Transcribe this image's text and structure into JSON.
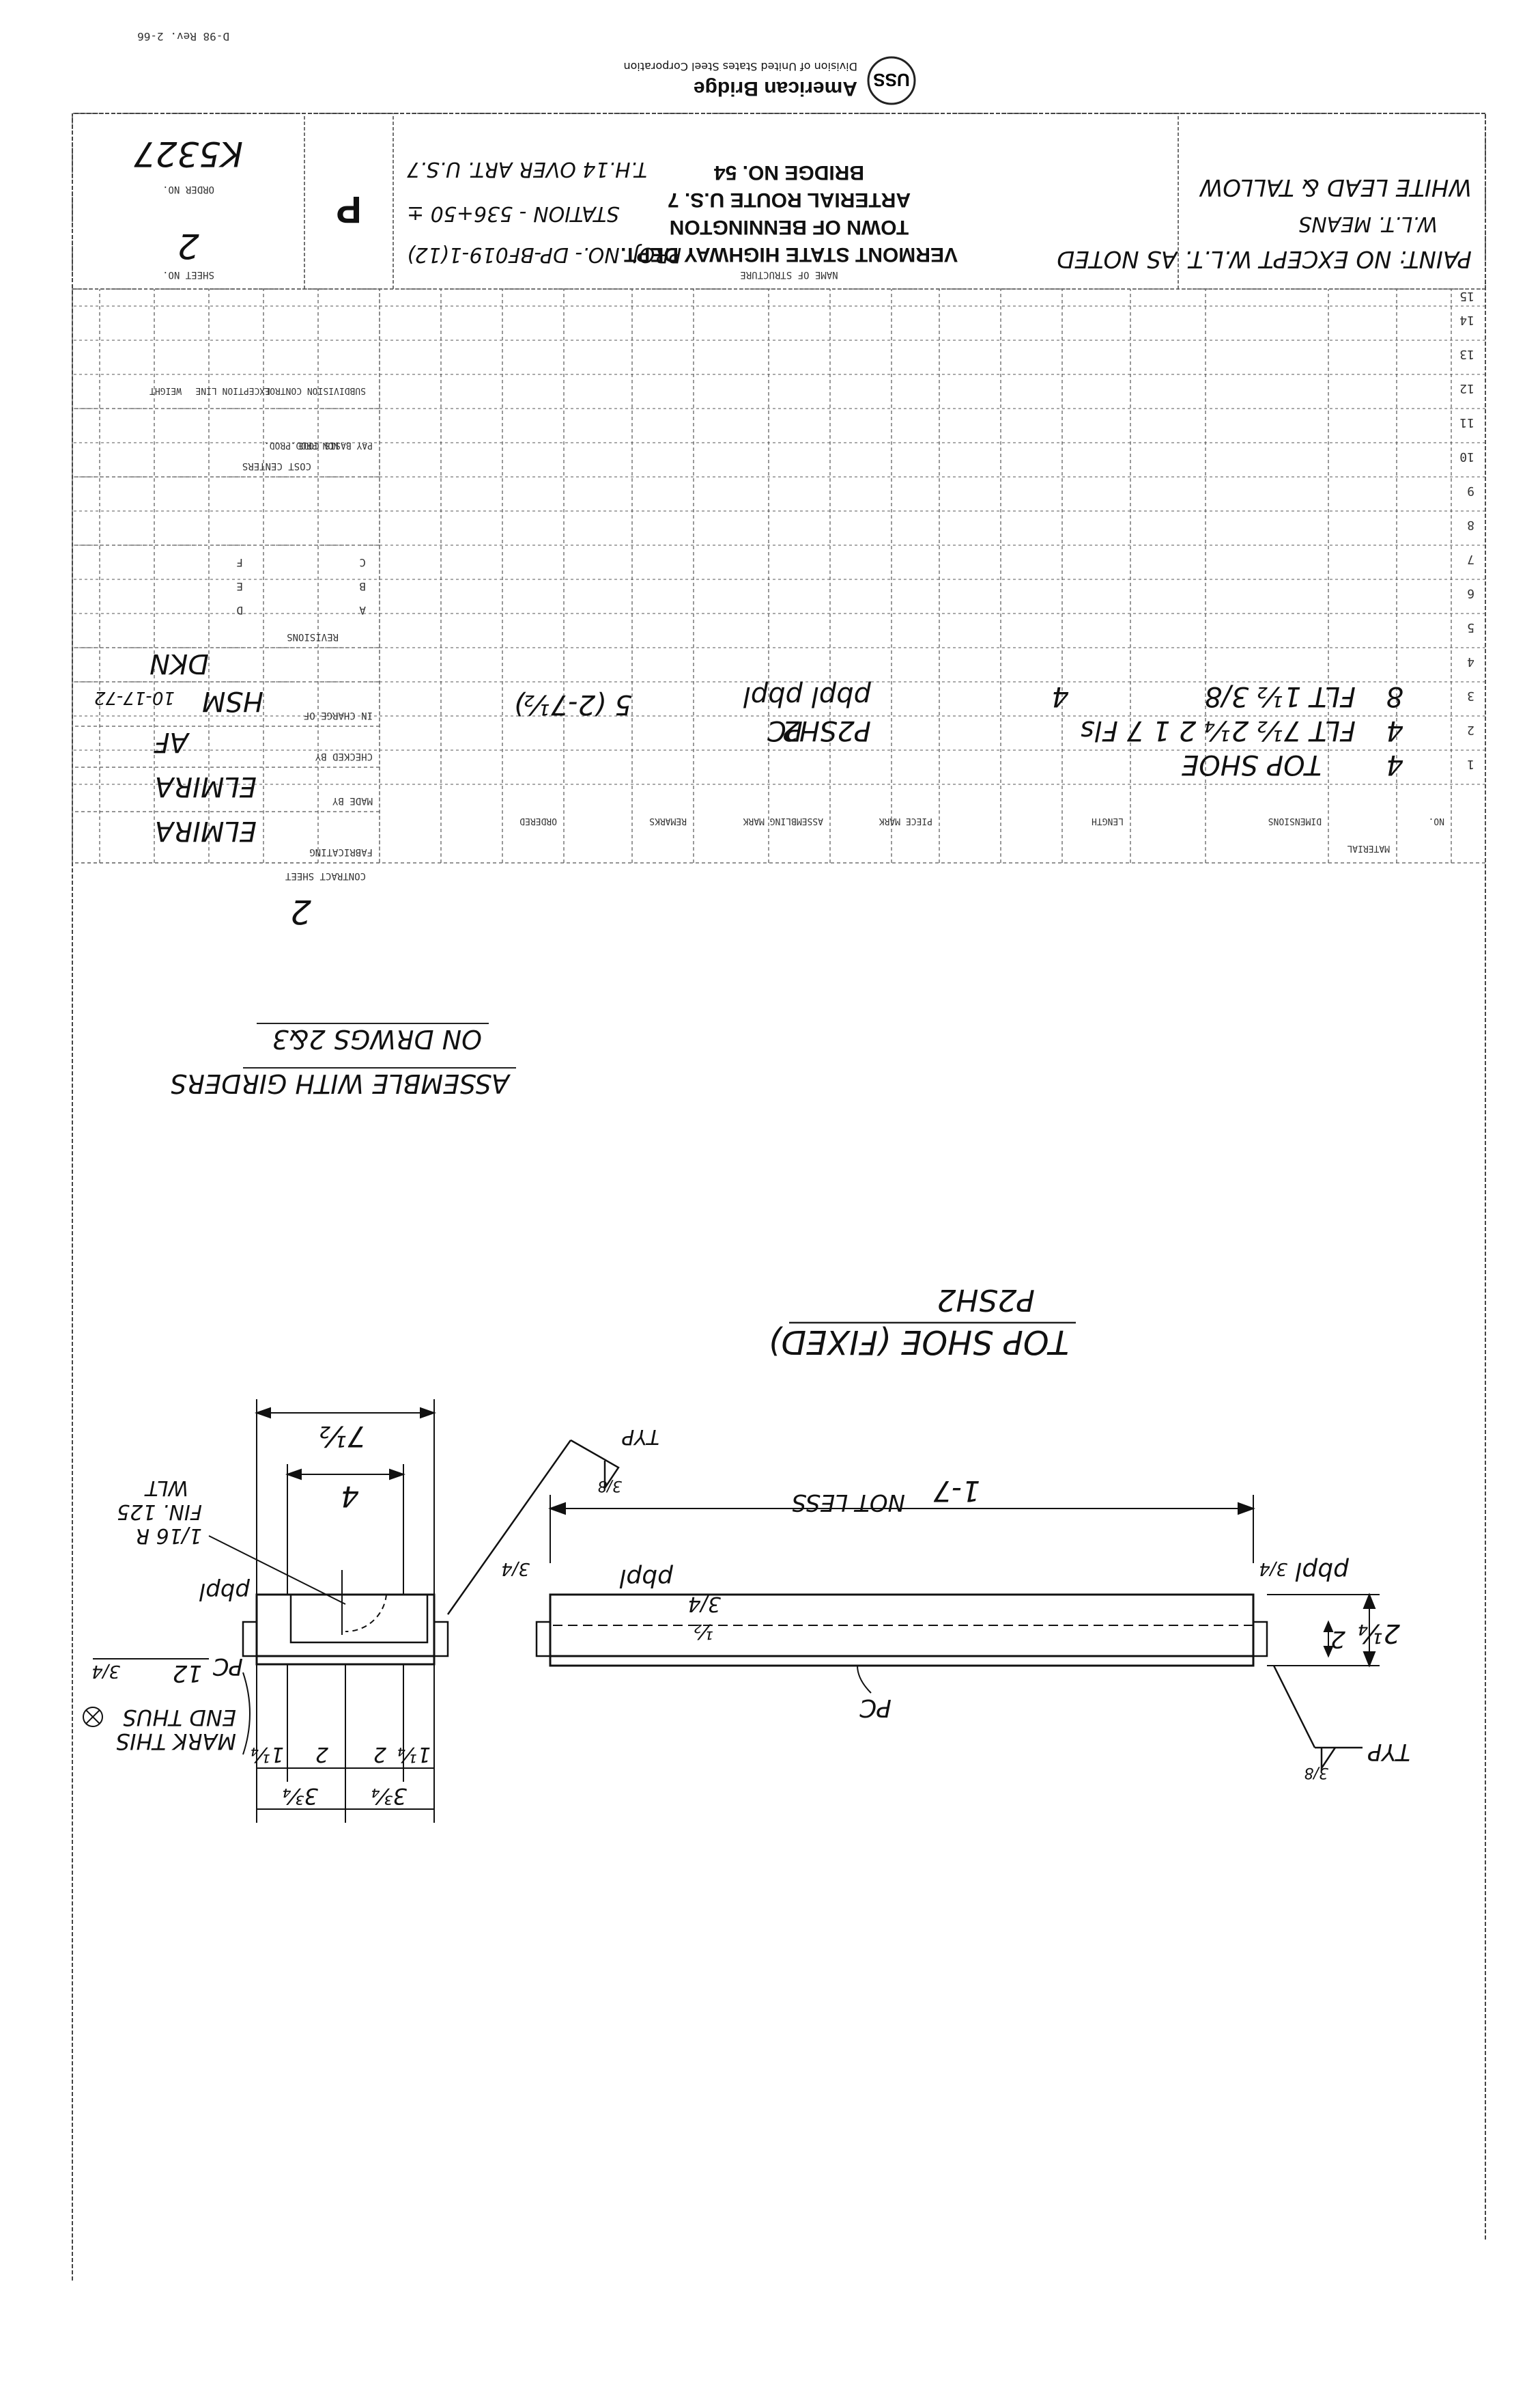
{
  "title_block": {
    "paint_note": "PAINT: NO EXCEPT W.L.T. AS NOTED",
    "paint_sub_1": "W.L.T. MEANS",
    "paint_sub_2": "WHITE LEAD & TALLOW",
    "owner_1": "VERMONT STATE HIGHWAY DEPT.",
    "owner_2": "TOWN OF BENNINGTON",
    "owner_3": "ARTERIAL ROUTE U.S. 7",
    "owner_4": "BRIDGE NO. 54",
    "name_of_structure_label": "NAME OF STRUCTURE",
    "proj_no": "PROJ. NO.- DP-BF019-1(12)",
    "station": "STATION - 536+50 ±",
    "th_over": "T.H.14 OVER ART. U.S.7",
    "class_letter": "P",
    "sheet_no_label": "SHEET NO.",
    "sheet_no": "2",
    "order_no_label": "ORDER NO.",
    "order_no": "K5327"
  },
  "bill_of_material": {
    "header_material": "MATERIAL",
    "col_labels": [
      "NO.",
      "DIMENSIONS",
      "LENGTH",
      "PIECE MARK",
      "ASSEMBLING MARK",
      "REMARKS",
      "ORDERED"
    ],
    "rows": [
      {
        "line": "1",
        "qty": "4",
        "desc": "TOP SHOE"
      },
      {
        "line": "2",
        "qty": "4",
        "desc": "FLT  7½  2¼  2  1  7  Fls",
        "mark": "P2SH2",
        "assembly": "PC"
      },
      {
        "line": "3",
        "qty": "8",
        "desc": "FLT  1½  3/8",
        "qty2": "4",
        "mark": "pbpl",
        "assembly": "pbpl"
      }
    ],
    "line_numbers": [
      "1",
      "2",
      "3",
      "4",
      "5",
      "6",
      "7",
      "8",
      "9",
      "10",
      "11",
      "12",
      "13",
      "14",
      "15"
    ],
    "remarks_value": "5 (2-7½)",
    "fabricating_label": "FABRICATING",
    "fabricating_shop": "ELMIRA",
    "erecting_shop": "ELMIRA",
    "made_by_label": "MADE BY",
    "made_by": "AF",
    "checked_by_label": "CHECKED BY",
    "checked_by": "HSM",
    "checked_date": "10-17-72",
    "in_charge_label": "IN CHARGE OF",
    "in_charge": "DKN",
    "revisions_label": "REVISIONS",
    "rev_letters": [
      "A",
      "B",
      "C",
      "D",
      "E",
      "F"
    ],
    "cost_centers_label": "COST CENTERS",
    "sub_labels": [
      "WEIGHT",
      "EXCEPTION LINE",
      "SUBDIVISION CONTROL",
      "PROD.",
      "NON PROD.",
      "PAY BASIS CODE"
    ],
    "contract_no_label": "CONTRACT SHEET",
    "contract_sheet": "2"
  },
  "notes": {
    "assemble": "ASSEMBLE WITH GIRDERS",
    "on_drawings": "ON DRWGS 2&3"
  },
  "drawing": {
    "title": "TOP SHOE (FIXED)",
    "piece_mark": "P2SH2",
    "length_note": "1-7",
    "not_less": "NOT LESS",
    "dim_width": "7½",
    "dim_inner": "4",
    "dim_thick_total": "2¼",
    "dim_plate": "2",
    "dim_pbpl": "3/4",
    "dim_half": "½",
    "weld_size": "3/8",
    "typ": "TYP",
    "radius": "1/16 R",
    "finish": "FIN. 125",
    "wlt": "WLT",
    "slope": "12",
    "slope_rise": "3/4",
    "bottom_dims": [
      "1¼",
      "2",
      "2",
      "1¼"
    ],
    "bottom_dims_2": [
      "3¾",
      "3¾"
    ],
    "mark_note_1": "MARK THIS",
    "mark_note_2": "END THUS",
    "label_pc": "PC",
    "label_pbpl": "pbpl"
  },
  "footer": {
    "company": "American Bridge",
    "division": "Division of United States Steel Corporation",
    "form_no": "D-98 Rev. 2-66",
    "logo_text": "USS"
  }
}
